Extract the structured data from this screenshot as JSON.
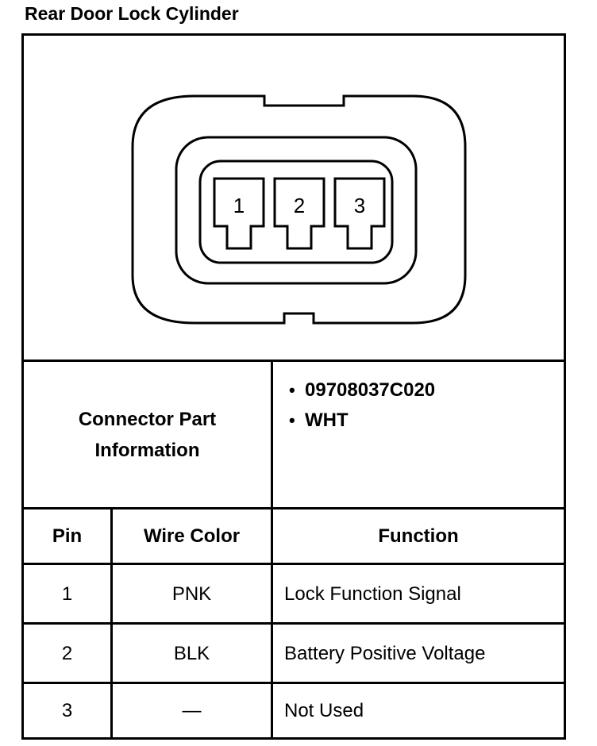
{
  "header": {
    "title": "Rear Door Lock Cylinder"
  },
  "connector": {
    "pins": [
      "1",
      "2",
      "3"
    ]
  },
  "part_info": {
    "label": "Connector Part Information",
    "label_line1": "Connector Part",
    "label_line2": "Information",
    "items": [
      "09708037C020",
      "WHT"
    ]
  },
  "table": {
    "headers": [
      "Pin",
      "Wire Color",
      "Function"
    ],
    "rows": [
      {
        "pin": "1",
        "wire_color": "PNK",
        "function": "Lock Function Signal"
      },
      {
        "pin": "2",
        "wire_color": "BLK",
        "function": "Battery Positive Voltage"
      },
      {
        "pin": "3",
        "wire_color": "—",
        "function": "Not Used"
      }
    ]
  }
}
